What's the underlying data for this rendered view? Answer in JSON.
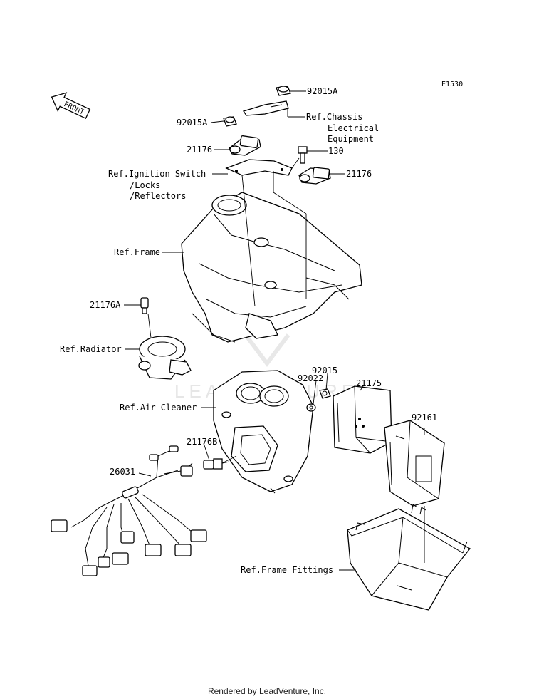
{
  "diagram_code": "E1530",
  "front_arrow": "FRONT",
  "watermark": "LEADVENTURE",
  "callouts": {
    "p92015a_top": "92015A",
    "p92015a_left": "92015A",
    "ref_chassis": "Ref.Chassis",
    "ref_chassis_2": "Electrical",
    "ref_chassis_3": "Equipment",
    "p21176_left": "21176",
    "p130": "130",
    "p21176_right": "21176",
    "ref_ignition": "Ref.Ignition Switch",
    "ref_ignition_2": "/Locks",
    "ref_ignition_3": "/Reflectors",
    "ref_frame": "Ref.Frame",
    "p21176a": "21176A",
    "ref_radiator": "Ref.Radiator",
    "p92015": "92015",
    "p92022": "92022",
    "p21175": "21175",
    "p92161": "92161",
    "ref_air_cleaner": "Ref.Air Cleaner",
    "p21176b": "21176B",
    "p26031": "26031",
    "ref_frame_fittings": "Ref.Frame Fittings"
  },
  "footer": "Rendered by LeadVenture, Inc."
}
